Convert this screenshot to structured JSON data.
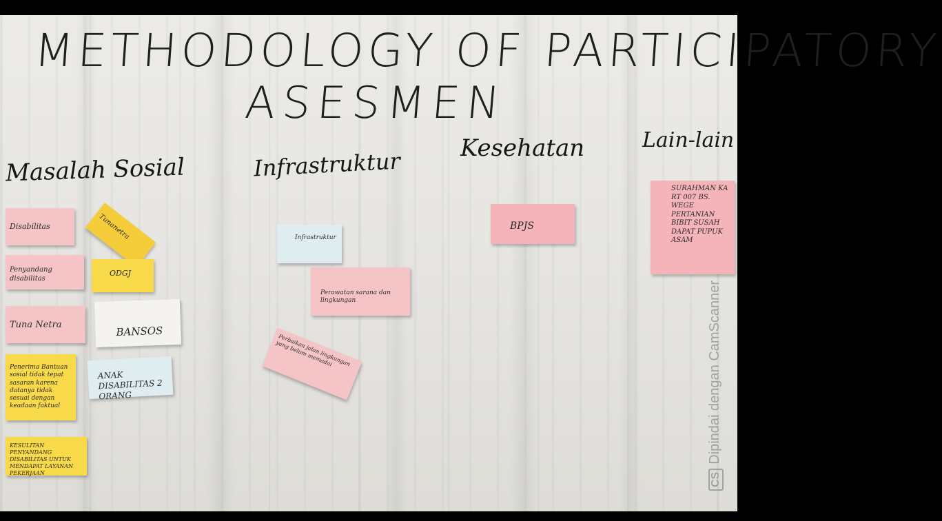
{
  "poster": {
    "title": "METHODOLOGY OF PARTICIPATORY",
    "subtitle": "ASESMEN"
  },
  "columns": [
    {
      "label": "Masalah Sosial"
    },
    {
      "label": "Infrastruktur"
    },
    {
      "label": "Kesehatan"
    },
    {
      "label": "Lain-lain"
    }
  ],
  "notes": {
    "disabilitas": "Disabilitas",
    "penyandang": "Penyandang disabilitas",
    "tuna_netra": "Tuna Netra",
    "penerima_bansos": "Penerima Bantuan sosial tidak tepat sasaran karena datanya tidak sesuai dengan keadaan faktual",
    "kesulitan": "KESULITAN PENYANDANG DISABILITAS UNTUK MENDAPAT LAYANAN PEKERJAAN",
    "tunanetra_tilt": "Tunanetra",
    "odgj": "ODGJ",
    "bansos": "BANSOS",
    "anak_disabilitas": "ANAK DISABILITAS 2 ORANG",
    "infrastruktur": "Infrastruktur",
    "perawatan": "Perawatan sarana dan lingkungan",
    "perbaikan_jalan": "Perbaikan jalan lingkungan yang belum memadai",
    "bpjs": "BPJS",
    "lain_lain": "SURAHMAN KA RT 007 BS. WEGE PERTANIAN BIBIT SUSAH DAPAT PUPUK ASAM"
  },
  "watermark": {
    "logo": "CS",
    "text": "Dipindai dengan CamScanner"
  }
}
